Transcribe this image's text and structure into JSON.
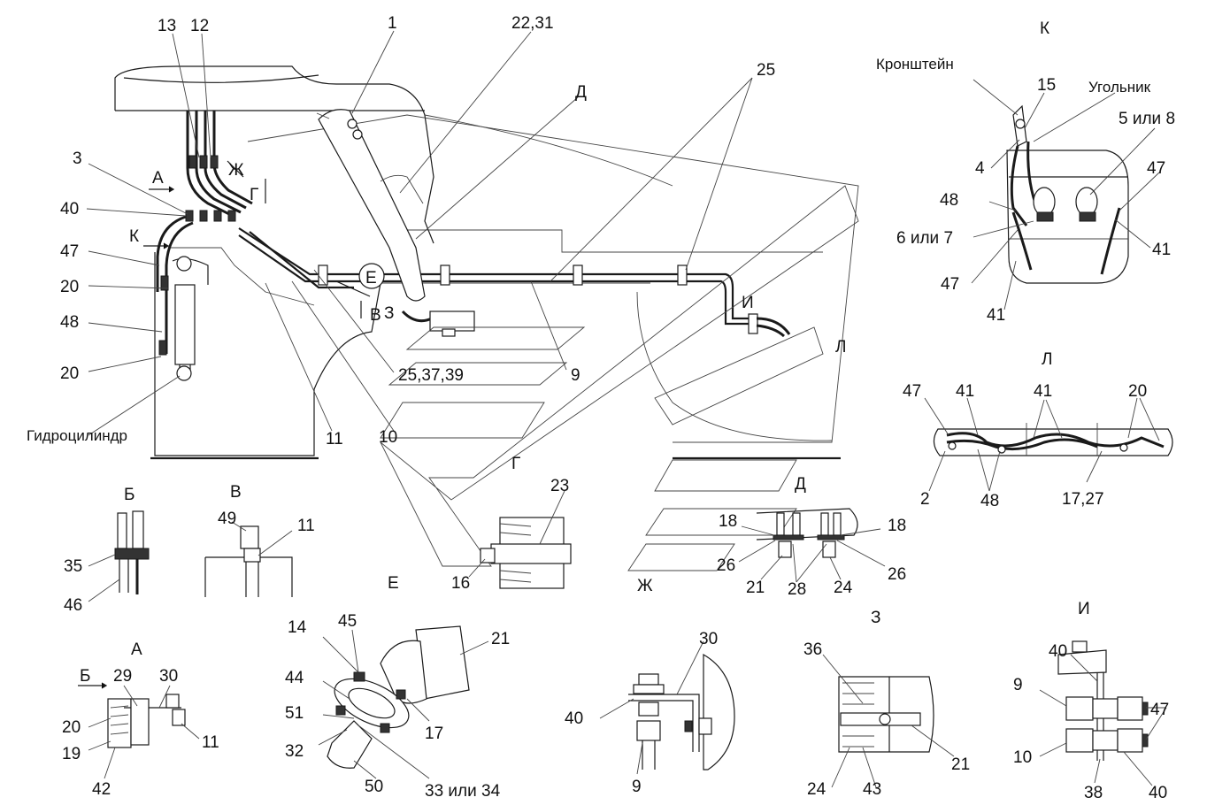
{
  "main_view": {
    "callouts": [
      "1",
      "22,31",
      "13",
      "12",
      "Д",
      "25",
      "3",
      "А",
      "Ж",
      "Г",
      "40",
      "К",
      "47",
      "20",
      "48",
      "20",
      "Гидроцилиндр",
      "Е",
      "З",
      "В",
      "25,37,39",
      "9",
      "И",
      "Л",
      "11",
      "10"
    ]
  },
  "view_k": {
    "title": "К",
    "labels": [
      "Кронштейн",
      "15",
      "Угольник",
      "5 или 8",
      "4",
      "47",
      "48",
      "6 или 7",
      "41",
      "47",
      "41"
    ]
  },
  "view_l": {
    "title": "Л",
    "labels": [
      "47",
      "41",
      "41",
      "20",
      "2",
      "48",
      "17,27"
    ]
  },
  "view_b": {
    "title": "Б",
    "labels": [
      "35",
      "46"
    ]
  },
  "view_v": {
    "title": "В",
    "labels": [
      "49",
      "11"
    ]
  },
  "view_g": {
    "title": "Г",
    "labels": [
      "23",
      "16"
    ]
  },
  "view_zh": {
    "title": "Ж"
  },
  "view_d": {
    "title": "Д",
    "labels": [
      "18",
      "18",
      "26",
      "21",
      "28",
      "24",
      "26"
    ]
  },
  "view_a": {
    "title": "А",
    "labels": [
      "Б",
      "29",
      "30",
      "20",
      "19",
      "11",
      "42"
    ]
  },
  "view_e": {
    "title": "Е",
    "labels": [
      "14",
      "45",
      "21",
      "44",
      "17",
      "51",
      "32",
      "33 или 34",
      "50"
    ]
  },
  "view_z_title": "З",
  "view_zh_detail": {
    "labels": [
      "30",
      "40",
      "9"
    ]
  },
  "view_z": {
    "labels": [
      "36",
      "21",
      "24",
      "43"
    ]
  },
  "view_i": {
    "title": "И",
    "labels": [
      "40",
      "9",
      "47",
      "10",
      "38",
      "40"
    ]
  }
}
